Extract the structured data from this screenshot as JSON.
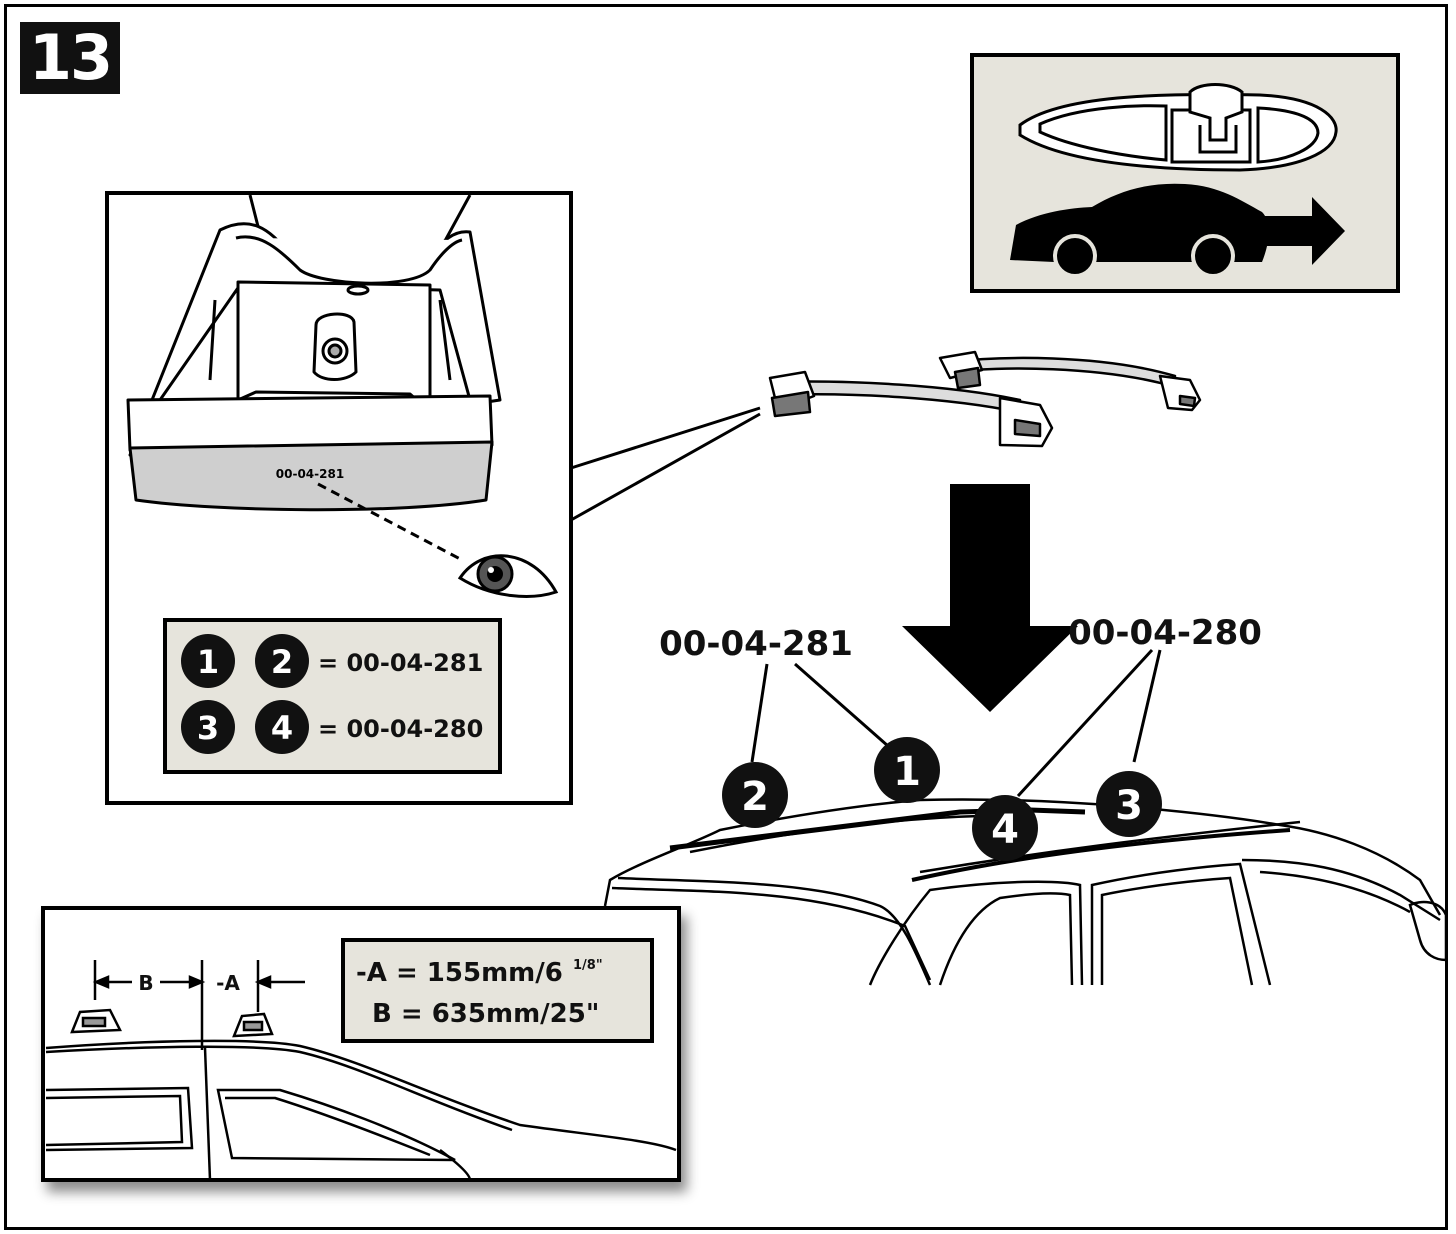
{
  "step": {
    "number": "13"
  },
  "detail": {
    "foot_label": "00-04-281",
    "legend": [
      {
        "badges": [
          "1",
          "2"
        ],
        "part": "= 00-04-281"
      },
      {
        "badges": [
          "3",
          "4"
        ],
        "part": "= 00-04-280"
      }
    ]
  },
  "main": {
    "part_left": "00-04-281",
    "part_right": "00-04-280",
    "badges": [
      "1",
      "2",
      "3",
      "4"
    ]
  },
  "spacing": {
    "label_b": "B",
    "label_a": "-A",
    "line_a": "-A = 155mm/6",
    "line_a_fraction": "1/8\"",
    "line_b": "B = 635mm/25\""
  },
  "colors": {
    "panel_bg": "#e6e4dc",
    "badge": "#111111",
    "ink": "#000000"
  },
  "icons": [
    "eye-icon",
    "direction-arrow-icon",
    "down-arrow-icon",
    "car-silhouette-icon",
    "bar-profile-icon"
  ]
}
